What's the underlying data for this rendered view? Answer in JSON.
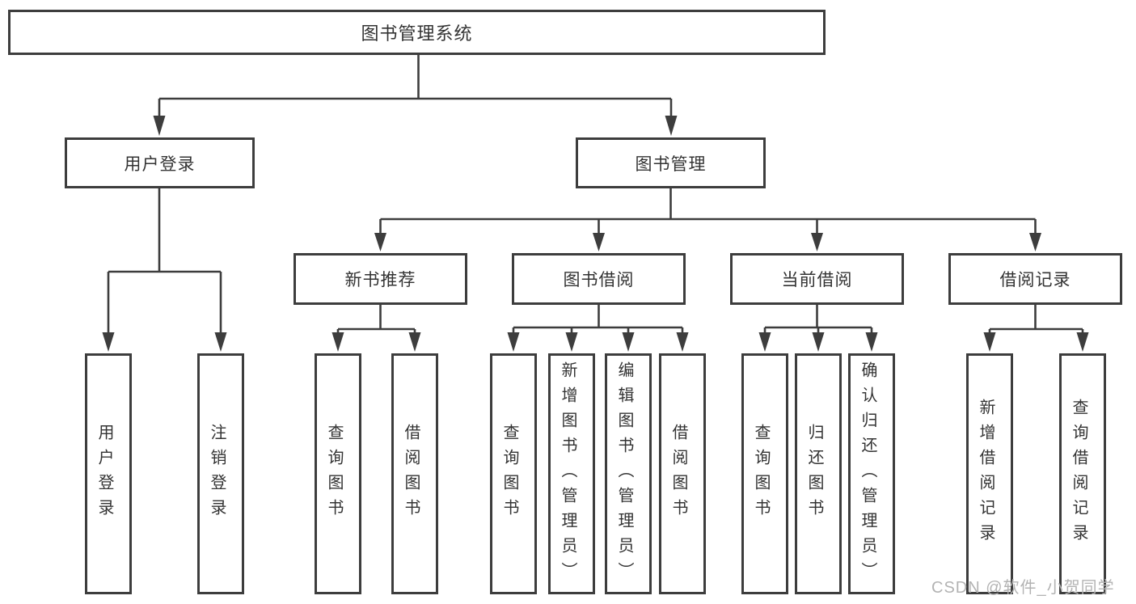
{
  "title": "图书管理系统",
  "watermark": "CSDN @软件_小贺同学",
  "colors": {
    "line": "#3d3d3d",
    "text": "#333333",
    "watermark": "#b3b3b3",
    "background": "#ffffff"
  },
  "nodes": {
    "root": {
      "label": "图书管理系统"
    },
    "level2": [
      {
        "label": "用户登录"
      },
      {
        "label": "图书管理"
      }
    ],
    "level3": [
      {
        "label": "新书推荐",
        "parent": "图书管理"
      },
      {
        "label": "图书借阅",
        "parent": "图书管理"
      },
      {
        "label": "当前借阅",
        "parent": "图书管理"
      },
      {
        "label": "借阅记录",
        "parent": "图书管理"
      }
    ],
    "leaves": [
      {
        "label": "用户登录",
        "parent": "用户登录"
      },
      {
        "label": "注销登录",
        "parent": "用户登录"
      },
      {
        "label": "查询图书",
        "parent": "新书推荐"
      },
      {
        "label": "借阅图书",
        "parent": "新书推荐"
      },
      {
        "label": "查询图书",
        "parent": "图书借阅"
      },
      {
        "label": "新增图书（管理员）",
        "parent": "图书借阅"
      },
      {
        "label": "编辑图书（管理员）",
        "parent": "图书借阅"
      },
      {
        "label": "借阅图书",
        "parent": "图书借阅"
      },
      {
        "label": "查询图书",
        "parent": "当前借阅"
      },
      {
        "label": "归还图书",
        "parent": "当前借阅"
      },
      {
        "label": "确认归还（管理员）",
        "parent": "当前借阅"
      },
      {
        "label": "新增借阅记录",
        "parent": "借阅记录"
      },
      {
        "label": "查询借阅记录",
        "parent": "借阅记录"
      }
    ]
  }
}
